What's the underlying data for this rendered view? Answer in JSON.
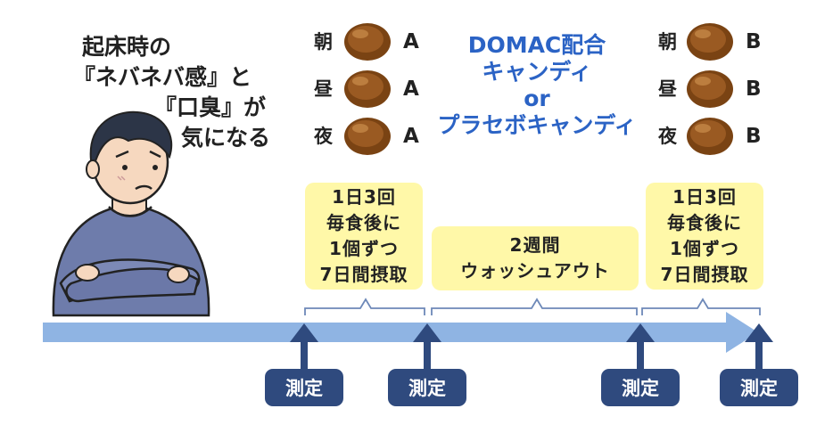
{
  "concern_lines": [
    "起床時の",
    "『ネバネバ感』と",
    "『口臭』が",
    "気になる"
  ],
  "schedule_left": {
    "rows": [
      {
        "meal": "朝",
        "group": "A"
      },
      {
        "meal": "昼",
        "group": "A"
      },
      {
        "meal": "夜",
        "group": "A"
      }
    ]
  },
  "schedule_right": {
    "rows": [
      {
        "meal": "朝",
        "group": "B"
      },
      {
        "meal": "昼",
        "group": "B"
      },
      {
        "meal": "夜",
        "group": "B"
      }
    ]
  },
  "center_title_lines": [
    "DOMAC配合",
    "キャンディ",
    "or",
    "プラセボキャンディ"
  ],
  "intake_note_left": [
    "1日3回",
    "毎食後に",
    "1個ずつ",
    "7日間摂取"
  ],
  "washout_note": [
    "2週間",
    "ウォッシュアウト"
  ],
  "intake_note_right": [
    "1日3回",
    "毎食後に",
    "1個ずつ",
    "7日間摂取"
  ],
  "measurements": [
    "測定",
    "測定",
    "測定",
    "測定"
  ],
  "colors": {
    "title_blue": "#2b63c5",
    "timeline_blue": "#8fb4e3",
    "measure_navy": "#2f4a7e",
    "note_yellow": "#fff8a8",
    "candy_brown": "#7a4313"
  }
}
